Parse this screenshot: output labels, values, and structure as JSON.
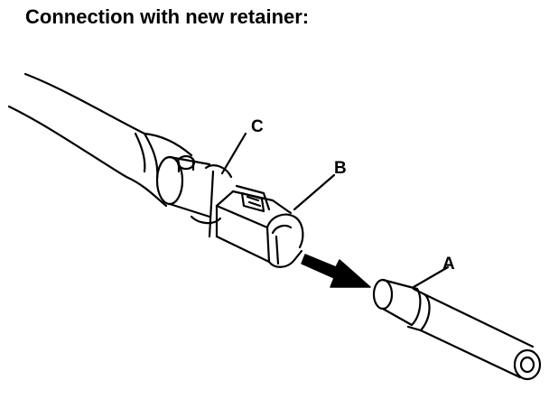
{
  "title": "Connection with new retainer:",
  "labels": {
    "a": "A",
    "b": "B",
    "c": "C"
  },
  "colors": {
    "ink": "#000000",
    "paper": "#ffffff"
  }
}
